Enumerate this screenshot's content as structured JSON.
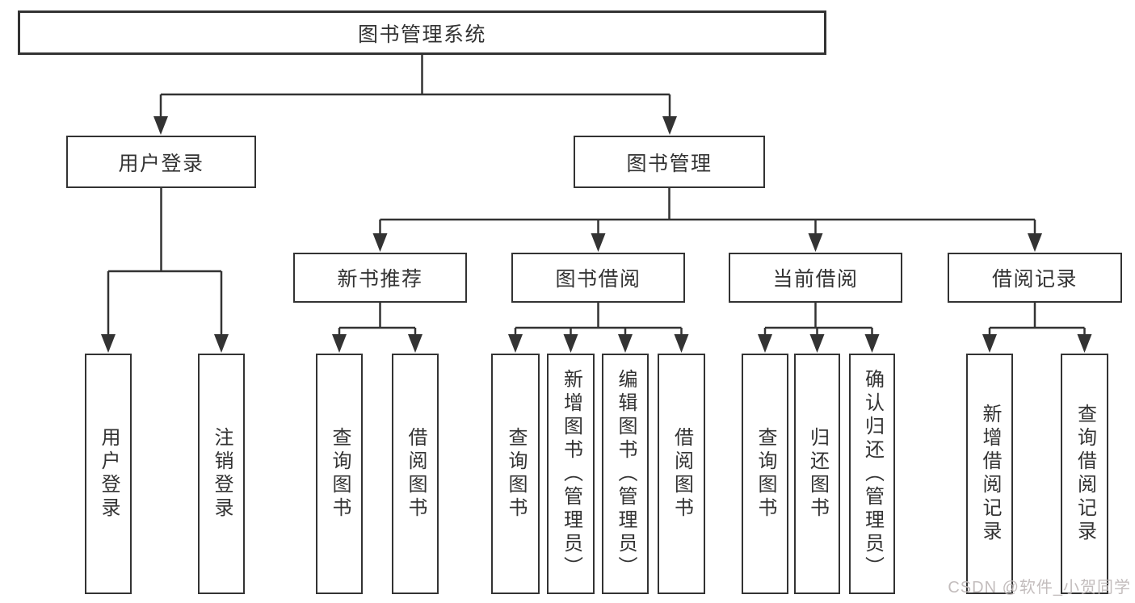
{
  "diagram": {
    "root": {
      "label": "图书管理系统"
    },
    "level2": {
      "user_login": {
        "label": "用户登录"
      },
      "book_management": {
        "label": "图书管理"
      }
    },
    "level3": {
      "new_book_recommend": {
        "label": "新书推荐"
      },
      "book_borrow": {
        "label": "图书借阅"
      },
      "current_borrow": {
        "label": "当前借阅"
      },
      "borrow_record": {
        "label": "借阅记录"
      }
    },
    "leaves": {
      "user_login": "用户登录",
      "logout": "注销登录",
      "recommend_query": "查询图书",
      "recommend_borrow": "借阅图书",
      "borrow_query": "查询图书",
      "borrow_add": "新增图书（管理员）",
      "borrow_edit": "编辑图书（管理员）",
      "borrow_lend": "借阅图书",
      "current_query": "查询图书",
      "current_return": "归还图书",
      "current_confirm": "确认归还（管理员）",
      "record_add": "新增借阅记录",
      "record_query": "查询借阅记录"
    },
    "watermark": "CSDN @软件_小贺同学",
    "colors": {
      "line": "#333333",
      "box_background": "#ffffff",
      "text": "#333333",
      "watermark": "#beb7b7"
    }
  }
}
